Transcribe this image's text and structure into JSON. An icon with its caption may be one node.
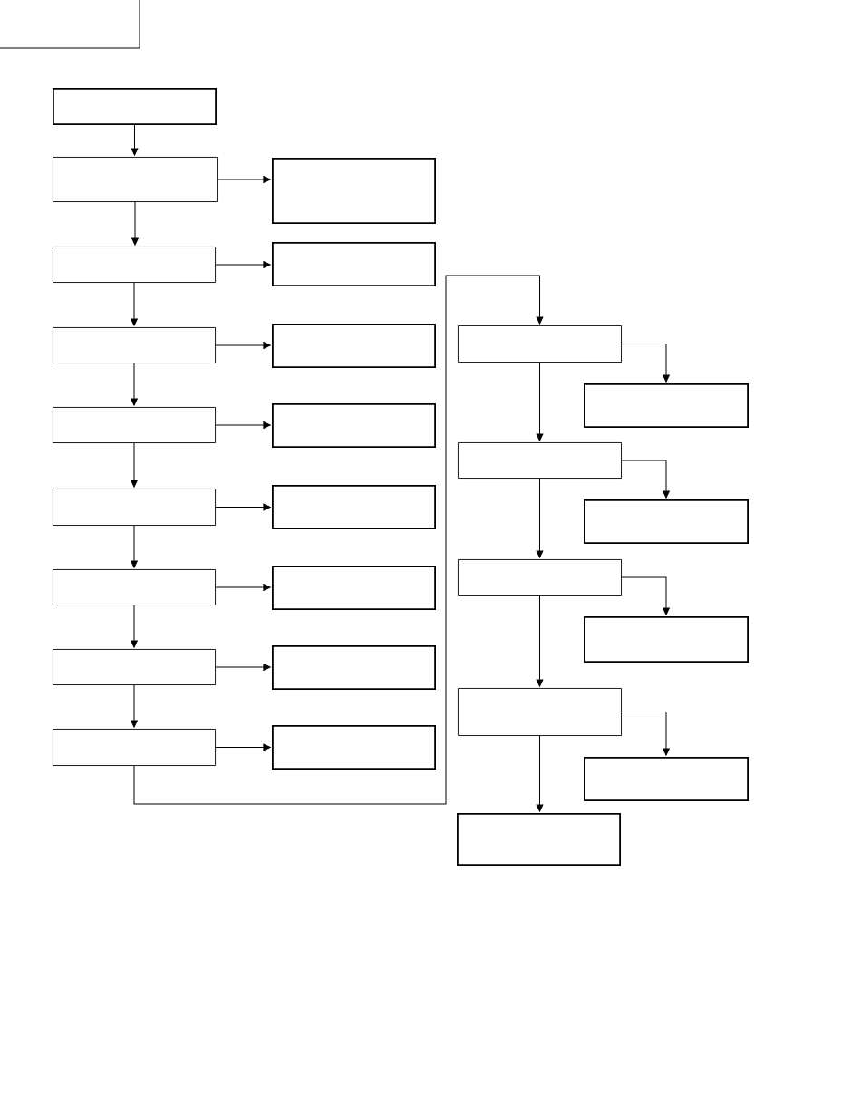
{
  "diagram": {
    "nodes": [
      {
        "text": [],
        "shape": "box"
      },
      {
        "text": [],
        "shape": "box"
      },
      {
        "text": [],
        "shape": "box"
      },
      {
        "text": [],
        "shape": "box"
      },
      {
        "text": [],
        "shape": "box"
      },
      {
        "text": [],
        "shape": "box"
      },
      {
        "text": [],
        "shape": "box"
      },
      {
        "text": [],
        "shape": "box"
      },
      {
        "text": [],
        "shape": "box"
      },
      {
        "text": [],
        "shape": "box"
      },
      {
        "text": [],
        "shape": "box"
      },
      {
        "text": [],
        "shape": "box"
      },
      {
        "text": [],
        "shape": "box"
      },
      {
        "text": [],
        "shape": "box"
      },
      {
        "text": [],
        "shape": "box"
      },
      {
        "text": [],
        "shape": "box"
      },
      {
        "text": [],
        "shape": "box"
      },
      {
        "text": [],
        "shape": "box"
      },
      {
        "text": [],
        "shape": "box"
      },
      {
        "text": [],
        "shape": "box"
      },
      {
        "text": [],
        "shape": "box"
      },
      {
        "text": [],
        "shape": "box"
      },
      {
        "text": [],
        "shape": "box"
      },
      {
        "text": [],
        "shape": "box"
      },
      {
        "text": [],
        "shape": "box"
      },
      {
        "text": [],
        "shape": "box"
      }
    ],
    "edges": [
      {
        "from": 0,
        "to": 1,
        "arrow": "to"
      },
      {
        "from": 1,
        "to": 2,
        "arrow": "to"
      },
      {
        "from": 1,
        "to": 3,
        "arrow": "to"
      },
      {
        "from": 3,
        "to": 4,
        "arrow": "to"
      },
      {
        "from": 3,
        "to": 5,
        "arrow": "to"
      },
      {
        "from": 5,
        "to": 6,
        "arrow": "to"
      },
      {
        "from": 5,
        "to": 7,
        "arrow": "to"
      },
      {
        "from": 7,
        "to": 8,
        "arrow": "to"
      },
      {
        "from": 7,
        "to": 9,
        "arrow": "to"
      },
      {
        "from": 9,
        "to": 10,
        "arrow": "to"
      },
      {
        "from": 9,
        "to": 11,
        "arrow": "to"
      },
      {
        "from": 11,
        "to": 12,
        "arrow": "to"
      },
      {
        "from": 11,
        "to": 13,
        "arrow": "to"
      },
      {
        "from": 13,
        "to": 14,
        "arrow": "to"
      },
      {
        "from": 13,
        "to": 15,
        "arrow": "to"
      },
      {
        "from": 15,
        "to": 16,
        "arrow": "to"
      },
      {
        "from": 15,
        "to": 17,
        "arrow": "to"
      },
      {
        "from": 17,
        "to": 18,
        "arrow": "to"
      },
      {
        "from": 17,
        "to": 19,
        "arrow": "to"
      },
      {
        "from": 19,
        "to": 20,
        "arrow": "to"
      },
      {
        "from": 19,
        "to": 21,
        "arrow": "to"
      },
      {
        "from": 21,
        "to": 22,
        "arrow": "to"
      },
      {
        "from": 21,
        "to": 23,
        "arrow": "to"
      },
      {
        "from": 23,
        "to": 24,
        "arrow": "to"
      },
      {
        "from": 23,
        "to": 25,
        "arrow": "to"
      }
    ]
  }
}
